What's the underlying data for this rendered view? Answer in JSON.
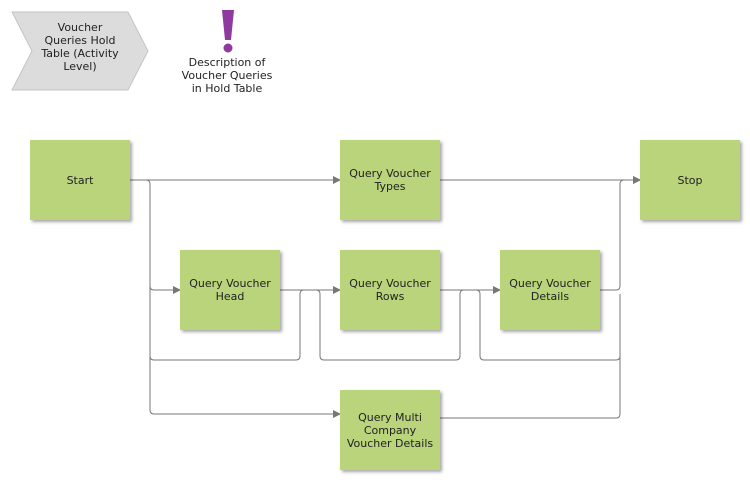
{
  "header": {
    "process_title": "Voucher\nQueries Hold\nTable (Activity\nLevel)",
    "annotation_text": "Description of\nVoucher Queries\nin Hold Table",
    "annotation_icon": "exclamation-icon"
  },
  "nodes": {
    "start": "Start",
    "query_voucher_types": "Query Voucher\nTypes",
    "stop": "Stop",
    "query_voucher_head": "Query Voucher\nHead",
    "query_voucher_rows": "Query Voucher\nRows",
    "query_voucher_details": "Query Voucher\nDetails",
    "query_multi_company": "Query Multi\nCompany\nVoucher Details"
  },
  "colors": {
    "task_fill": "#b9d47a",
    "chevron_fill": "#dcdcdc",
    "connector": "#777777",
    "annotation_icon": "#8e3a9e"
  }
}
